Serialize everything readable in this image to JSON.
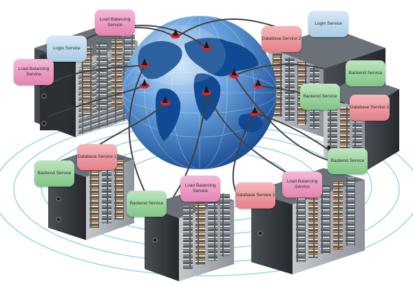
{
  "service_tags": [
    {
      "id": "lb-top",
      "text": "Load Balancing Service",
      "color": "pink"
    },
    {
      "id": "login-left",
      "text": "Login Service",
      "color": "blue"
    },
    {
      "id": "lb-left",
      "text": "Load Balancing Service",
      "color": "pink"
    },
    {
      "id": "db2",
      "text": "Database Service 2",
      "color": "red"
    },
    {
      "id": "login-right",
      "text": "Login Service",
      "color": "blue"
    },
    {
      "id": "backend-right",
      "text": "Backend Service",
      "color": "green"
    },
    {
      "id": "backend-mid-right",
      "text": "Backend Service",
      "color": "green"
    },
    {
      "id": "db1-right",
      "text": "Database Service 1",
      "color": "red"
    },
    {
      "id": "db1-left",
      "text": "Database Service 1",
      "color": "red"
    },
    {
      "id": "backend-left",
      "text": "Backend Service",
      "color": "green"
    },
    {
      "id": "backend-bottom-right",
      "text": "Backend Service",
      "color": "green"
    },
    {
      "id": "lb-bottom-right",
      "text": "Load Balancing Service",
      "color": "pink"
    },
    {
      "id": "lb-bottom-center",
      "text": "Load Balancing Service",
      "color": "pink"
    },
    {
      "id": "backend-bottom-center",
      "text": "Backend Service",
      "color": "green"
    },
    {
      "id": "db2-bottom",
      "text": "Database Service 2",
      "color": "red"
    }
  ],
  "colors": {
    "ring": "#8fd3ec",
    "rack_dark": "#3a3d42",
    "rack_light": "#a9afb6",
    "drive_orange": "#e08a2c",
    "globe_ocean": "#4b86cc",
    "globe_land": "#0f4a92",
    "cable": "#404040",
    "node_red": "#d8252b"
  }
}
